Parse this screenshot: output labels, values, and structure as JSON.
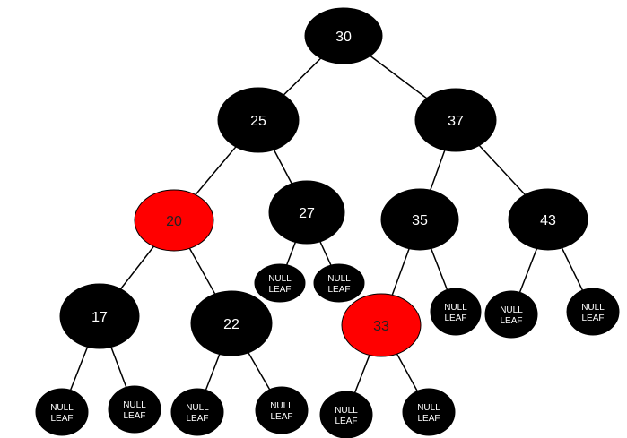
{
  "colors": {
    "black_node": "#000000",
    "red_node": "#ff0000",
    "edge": "#000000",
    "text_on_black": "#ffffff",
    "text_on_red": "#222222"
  },
  "nodes": [
    {
      "id": "n30",
      "label": "30",
      "color": "black"
    },
    {
      "id": "n25",
      "label": "25",
      "color": "black"
    },
    {
      "id": "n37",
      "label": "37",
      "color": "black"
    },
    {
      "id": "n20",
      "label": "20",
      "color": "red"
    },
    {
      "id": "n27",
      "label": "27",
      "color": "black"
    },
    {
      "id": "n35",
      "label": "35",
      "color": "black"
    },
    {
      "id": "n43",
      "label": "43",
      "color": "black"
    },
    {
      "id": "n17",
      "label": "17",
      "color": "black"
    },
    {
      "id": "n22",
      "label": "22",
      "color": "black"
    },
    {
      "id": "n33",
      "label": "33",
      "color": "red"
    },
    {
      "id": "l27a",
      "label": [
        "NULL",
        "LEAF"
      ],
      "color": "black"
    },
    {
      "id": "l27b",
      "label": [
        "NULL",
        "LEAF"
      ],
      "color": "black"
    },
    {
      "id": "l35b",
      "label": [
        "NULL",
        "LEAF"
      ],
      "color": "black"
    },
    {
      "id": "l43a",
      "label": [
        "NULL",
        "LEAF"
      ],
      "color": "black"
    },
    {
      "id": "l43b",
      "label": [
        "NULL",
        "LEAF"
      ],
      "color": "black"
    },
    {
      "id": "l17a",
      "label": [
        "NULL",
        "LEAF"
      ],
      "color": "black"
    },
    {
      "id": "l17b",
      "label": [
        "NULL",
        "LEAF"
      ],
      "color": "black"
    },
    {
      "id": "l22a",
      "label": [
        "NULL",
        "LEAF"
      ],
      "color": "black"
    },
    {
      "id": "l22b",
      "label": [
        "NULL",
        "LEAF"
      ],
      "color": "black"
    },
    {
      "id": "l33a",
      "label": [
        "NULL",
        "LEAF"
      ],
      "color": "black"
    },
    {
      "id": "l33b",
      "label": [
        "NULL",
        "LEAF"
      ],
      "color": "black"
    }
  ],
  "edges": [
    [
      "n30",
      "n25"
    ],
    [
      "n30",
      "n37"
    ],
    [
      "n25",
      "n20"
    ],
    [
      "n25",
      "n27"
    ],
    [
      "n37",
      "n35"
    ],
    [
      "n37",
      "n43"
    ],
    [
      "n20",
      "n17"
    ],
    [
      "n20",
      "n22"
    ],
    [
      "n27",
      "l27a"
    ],
    [
      "n27",
      "l27b"
    ],
    [
      "n35",
      "n33"
    ],
    [
      "n35",
      "l35b"
    ],
    [
      "n43",
      "l43a"
    ],
    [
      "n43",
      "l43b"
    ],
    [
      "n17",
      "l17a"
    ],
    [
      "n17",
      "l17b"
    ],
    [
      "n22",
      "l22a"
    ],
    [
      "n22",
      "l22b"
    ],
    [
      "n33",
      "l33a"
    ],
    [
      "n33",
      "l33b"
    ]
  ]
}
